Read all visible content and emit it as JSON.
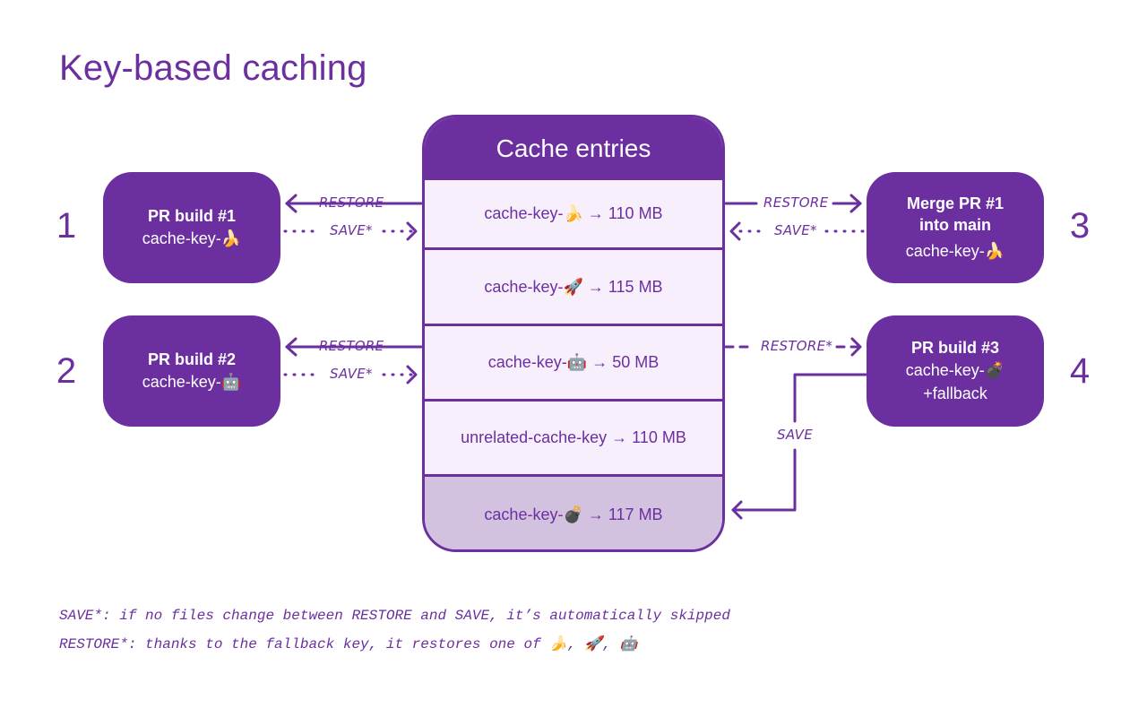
{
  "title": "Key-based caching",
  "cache": {
    "header": "Cache entries",
    "entries": [
      {
        "label": "cache-key-🍌 → 110 MB"
      },
      {
        "label": "cache-key-🚀 → 115 MB"
      },
      {
        "label": "cache-key-🤖 → 50 MB"
      },
      {
        "label": "unrelated-cache-key → 110 MB"
      },
      {
        "label": "cache-key-💣 → 117 MB"
      }
    ]
  },
  "steps": [
    {
      "number": "1",
      "title": "PR build #1",
      "lines": [
        "cache-key-🍌"
      ]
    },
    {
      "number": "2",
      "title": "PR build #2",
      "lines": [
        "cache-key-🤖"
      ]
    },
    {
      "number": "3",
      "title": "Merge PR #1",
      "title2": "into main",
      "lines": [
        "cache-key-🍌"
      ]
    },
    {
      "number": "4",
      "title": "PR build #3",
      "lines": [
        "cache-key-💣",
        "+fallback"
      ]
    }
  ],
  "arrow_labels": {
    "restore": "RESTORE",
    "save_star": "SAVE*",
    "restore_star": "RESTORE*",
    "save": "SAVE"
  },
  "footnotes": [
    "SAVE*: if no files change between RESTORE and SAVE, it’s automatically skipped",
    "RESTORE*: thanks to the fallback key, it restores one of 🍌, 🚀, 🤖"
  ],
  "colors": {
    "accent": "#6b2fa0",
    "entry_bg": "#f7f0fc",
    "new_entry_bg": "#d3c1e0"
  }
}
